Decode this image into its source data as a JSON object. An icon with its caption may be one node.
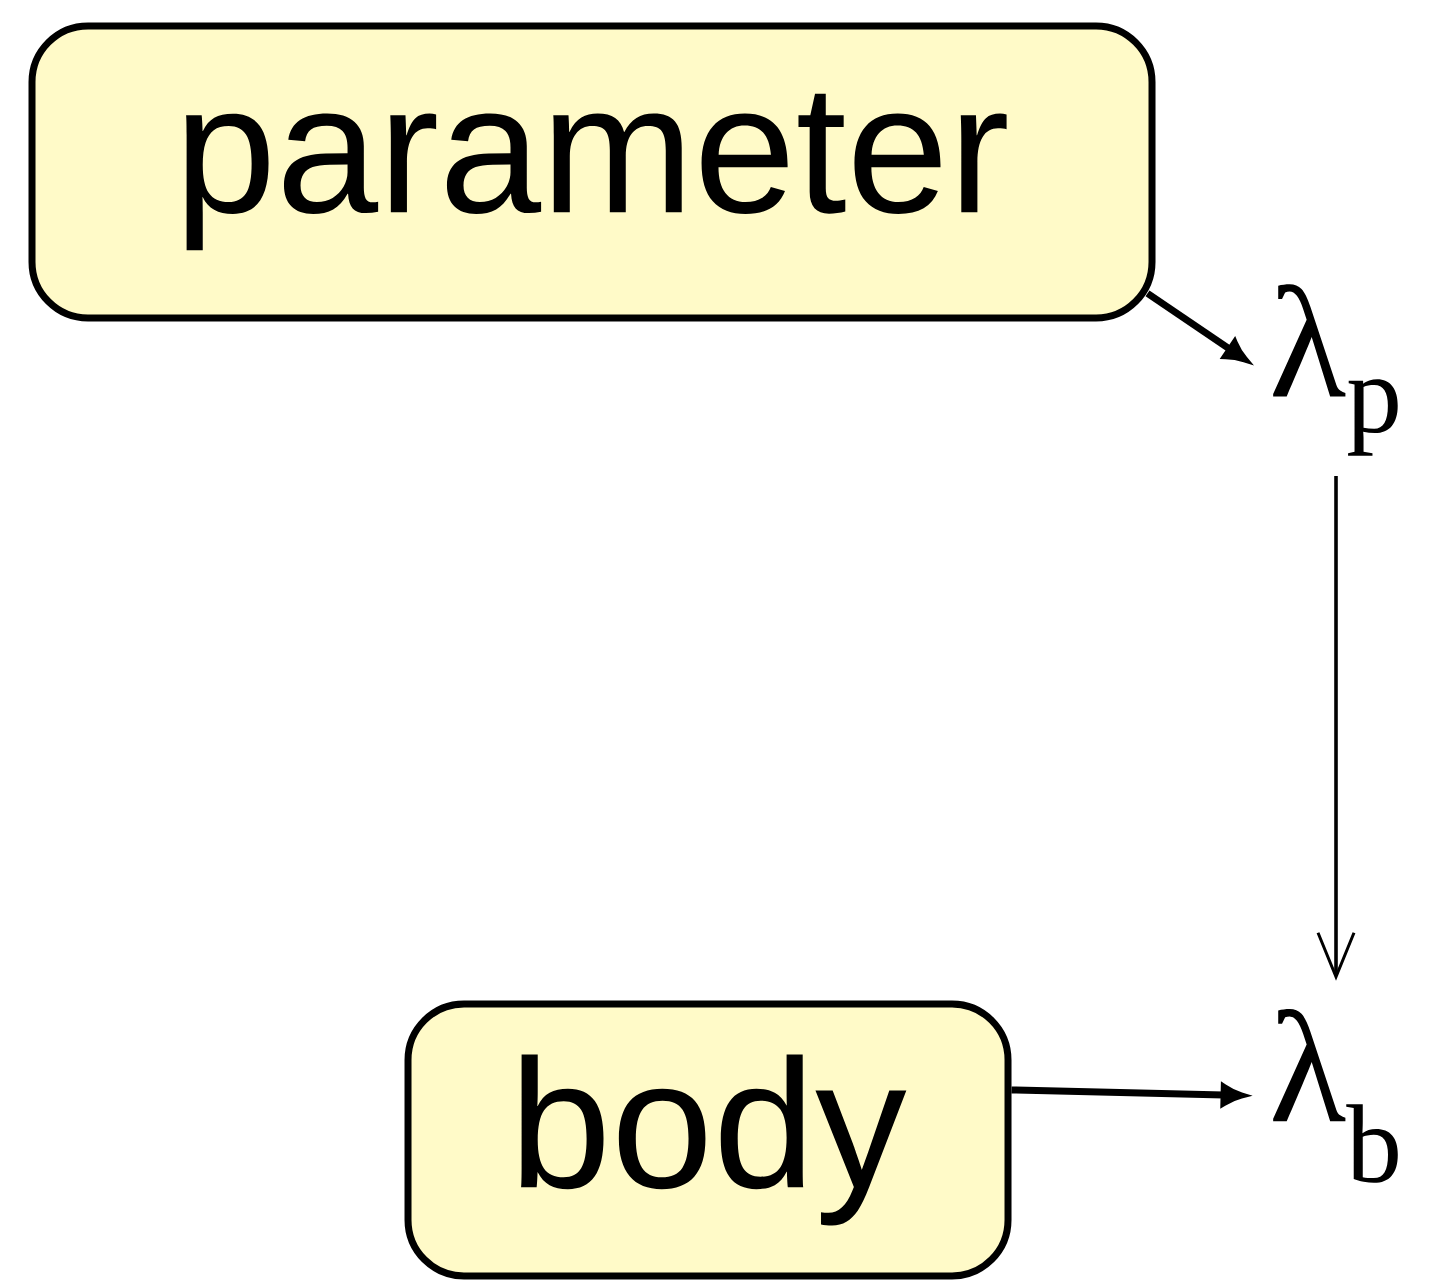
{
  "diagram": {
    "nodes": [
      {
        "text": [
          "parameter"
        ]
      },
      {
        "text": [
          "λ$_{p}$"
        ]
      },
      {
        "text": [
          "body"
        ]
      },
      {
        "text": [
          "λ$_{b}$"
        ]
      }
    ],
    "edges": [
      {
        "from": 0,
        "to": 1,
        "arrow": "to"
      },
      {
        "from": 1,
        "to": 3,
        "arrow": "to"
      },
      {
        "from": 2,
        "to": 3,
        "arrow": "to"
      }
    ]
  }
}
